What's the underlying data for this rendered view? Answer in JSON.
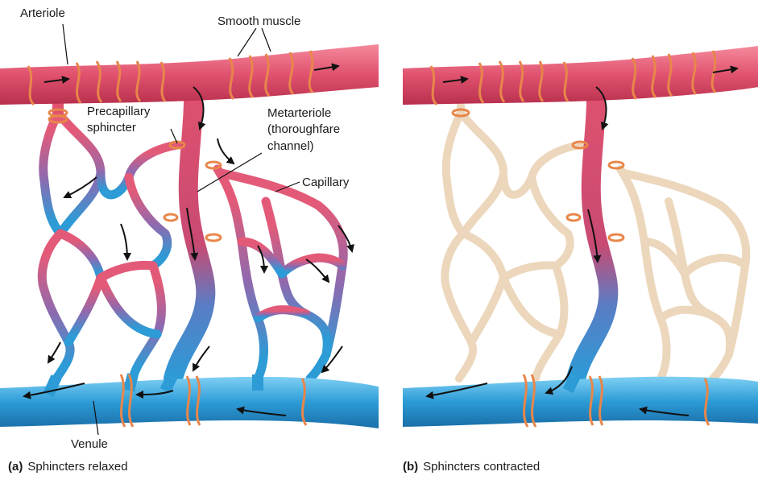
{
  "panel_a": {
    "labels": {
      "arteriole": "Arteriole",
      "smooth_muscle": "Smooth muscle",
      "precapillary_line1": "Precapillary",
      "precapillary_line2": "sphincter",
      "metarteriole_line1": "Metarteriole",
      "metarteriole_line2": "(thoroughfare",
      "metarteriole_line3": "channel)",
      "capillary": "Capillary",
      "venule": "Venule"
    },
    "caption_letter": "(a)",
    "caption_text": "Sphincters relaxed"
  },
  "panel_b": {
    "caption_letter": "(b)",
    "caption_text": "Sphincters contracted"
  },
  "colors": {
    "artery": "#e0526e",
    "vein": "#2c9bd6",
    "muscle": "#e8864a",
    "closed_capillary": "#ecd7bc",
    "arrow": "#111111"
  }
}
